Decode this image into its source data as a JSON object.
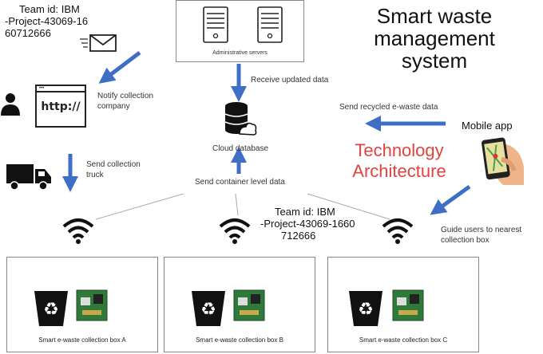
{
  "team_id_top": [
    "Team id: IBM",
    "-Project-43069-16",
    "60712666"
  ],
  "team_id_mid": [
    "Team id: IBM",
    "-Project-43069-1660",
    "712666"
  ],
  "title": [
    "Smart waste",
    "management",
    "system"
  ],
  "subtitle": [
    "Technology",
    "Architecture"
  ],
  "servers_label": "Administrative servers",
  "receive_label": "Receive updated data",
  "cloud_label": "Cloud database",
  "notify_label": [
    "Notify collection",
    "company"
  ],
  "truck_label": [
    "Send collection",
    "truck"
  ],
  "container_label": "Send container level data",
  "recycled_label": "Send recycled e-waste data",
  "mobile_label": "Mobile app",
  "guide_label": [
    "Guide users to nearest",
    "collection box"
  ],
  "url_text": "http://",
  "boxes": [
    "Smart e-waste collection box A",
    "Smart e-waste collection box B",
    "Smart e-waste collection box C"
  ],
  "colors": {
    "arrow": "#3f6fc4",
    "title_red": "#e0443e"
  }
}
